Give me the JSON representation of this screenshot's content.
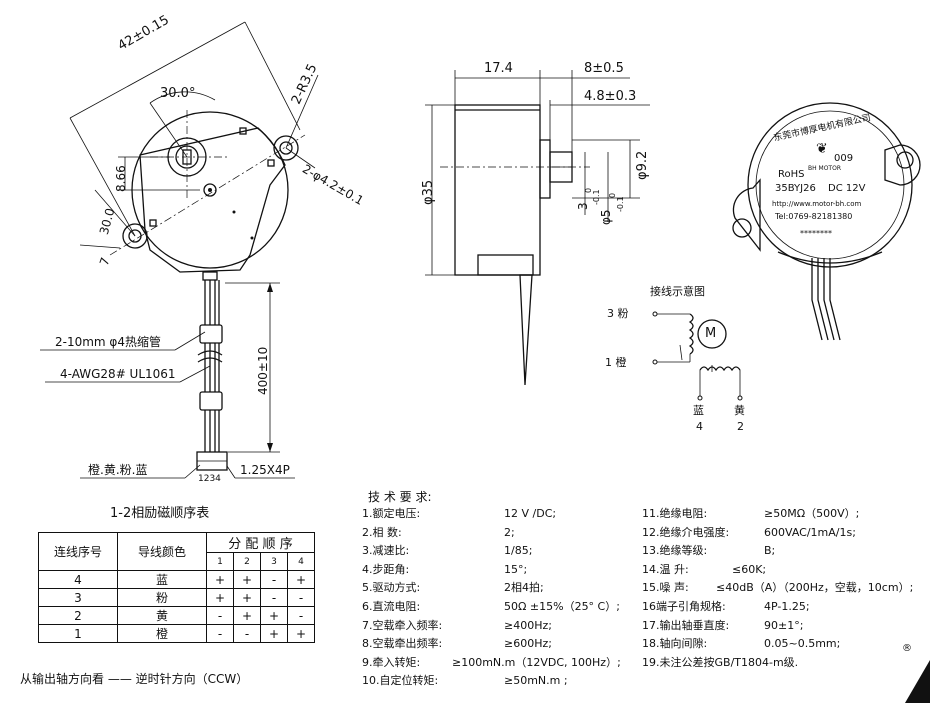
{
  "front_view": {
    "dim_diameter": "42±0.15",
    "dim_angle": "30.0°",
    "dim_radius": "2-R3.5",
    "dim_866": "8.66",
    "dim_hole": "2-φ4.2±0.1",
    "dim_30": "30.0",
    "dim_7": "7",
    "label_heat_shrink": "2-10mm  φ4热缩管",
    "label_wire": "4-AWG28# UL1061",
    "dim_wire_len": "400±10",
    "label_colors": "橙.黄.粉.蓝",
    "label_pins": "1234",
    "label_connector": "1.25X4P"
  },
  "side_view": {
    "dim_174": "17.4",
    "dim_8": "8±0.5",
    "dim_48": "4.8±0.3",
    "dim_35": "φ35",
    "dim_92": "φ9.2",
    "dim_3": "3",
    "dim_3_tol": "-0.1",
    "dim_5": "φ5",
    "dim_5_tol": "-0.1",
    "dim_zero1": "0",
    "dim_zero2": "0"
  },
  "motor_photo": {
    "brand_text": "东莞市博厚电机有限公司",
    "rohs": "RoHS",
    "code": "009",
    "bh": "BH MOTOR",
    "model": "35BYJ26",
    "voltage": "DC  12V",
    "website": "http://www.motor-bh.com",
    "tel": "Tel:0769-82181380",
    "stars": "********"
  },
  "wiring": {
    "title": "接线示意图",
    "pin3": "3  粉",
    "pin1": "1  橙",
    "motor": "M",
    "blue": "蓝",
    "blue_num": "4",
    "yellow": "黄",
    "yellow_num": "2"
  },
  "sequence_table": {
    "title": "1-2相励磁顺序表",
    "col_lead": "连线序号",
    "col_color": "导线颜色",
    "col_seq": "分 配 顺 序",
    "steps": [
      "1",
      "2",
      "3",
      "4"
    ],
    "rows": [
      {
        "lead": "4",
        "color": "蓝",
        "signs": [
          "+",
          "+",
          "-",
          "+"
        ]
      },
      {
        "lead": "3",
        "color": "粉",
        "signs": [
          "+",
          "+",
          "-",
          "-"
        ]
      },
      {
        "lead": "2",
        "color": "黄",
        "signs": [
          "-",
          "+",
          "+",
          "-"
        ]
      },
      {
        "lead": "1",
        "color": "橙",
        "signs": [
          "-",
          "-",
          "+",
          "+"
        ]
      }
    ],
    "direction": "从输出轴方向看 —— 逆时针方向（CCW）"
  },
  "specs": {
    "title": "技 术 要 求:",
    "left": [
      {
        "label": "1.额定电压:",
        "value": "12 V /DC;"
      },
      {
        "label": "2.相    数:",
        "value": "2;"
      },
      {
        "label": "3.减速比:",
        "value": "1/85;"
      },
      {
        "label": "4.步距角:",
        "value": "15°;"
      },
      {
        "label": "5.驱动方式:",
        "value": "2相4拍;"
      },
      {
        "label": "6.直流电阻:",
        "value": "50Ω ±15%（25° C）;"
      },
      {
        "label": "7.空载牵入频率:",
        "value": "≥400Hz;"
      },
      {
        "label": "8.空载牵出频率:",
        "value": "≥600Hz;"
      },
      {
        "label": "9.牵入转矩:",
        "value": "≥100mN.m（12VDC, 100Hz）;"
      },
      {
        "label": "10.自定位转矩:",
        "value": "≥50mN.m   ;"
      }
    ],
    "right": [
      {
        "label": "11.绝缘电阻:",
        "value": "≥50MΩ（500V）;"
      },
      {
        "label": "12.绝缘介电强度:",
        "value": "600VAC/1mA/1s;"
      },
      {
        "label": "13.绝缘等级:",
        "value": "B;"
      },
      {
        "label": "14.温   升:",
        "value": "≤60K;"
      },
      {
        "label": "15.噪   声:",
        "value": "≤40dB（A）（200Hz，空载，10cm）;"
      },
      {
        "label": "16端子引角规格:",
        "value": "4P-1.25;"
      },
      {
        "label": "17.输出轴垂直度:",
        "value": "90±1°;"
      },
      {
        "label": "18.轴向间隙:",
        "value": "0.05~0.5mm;"
      },
      {
        "label": "19.未注公差按GB/T1804-m级.",
        "value": ""
      }
    ]
  },
  "registered_mark": "®"
}
